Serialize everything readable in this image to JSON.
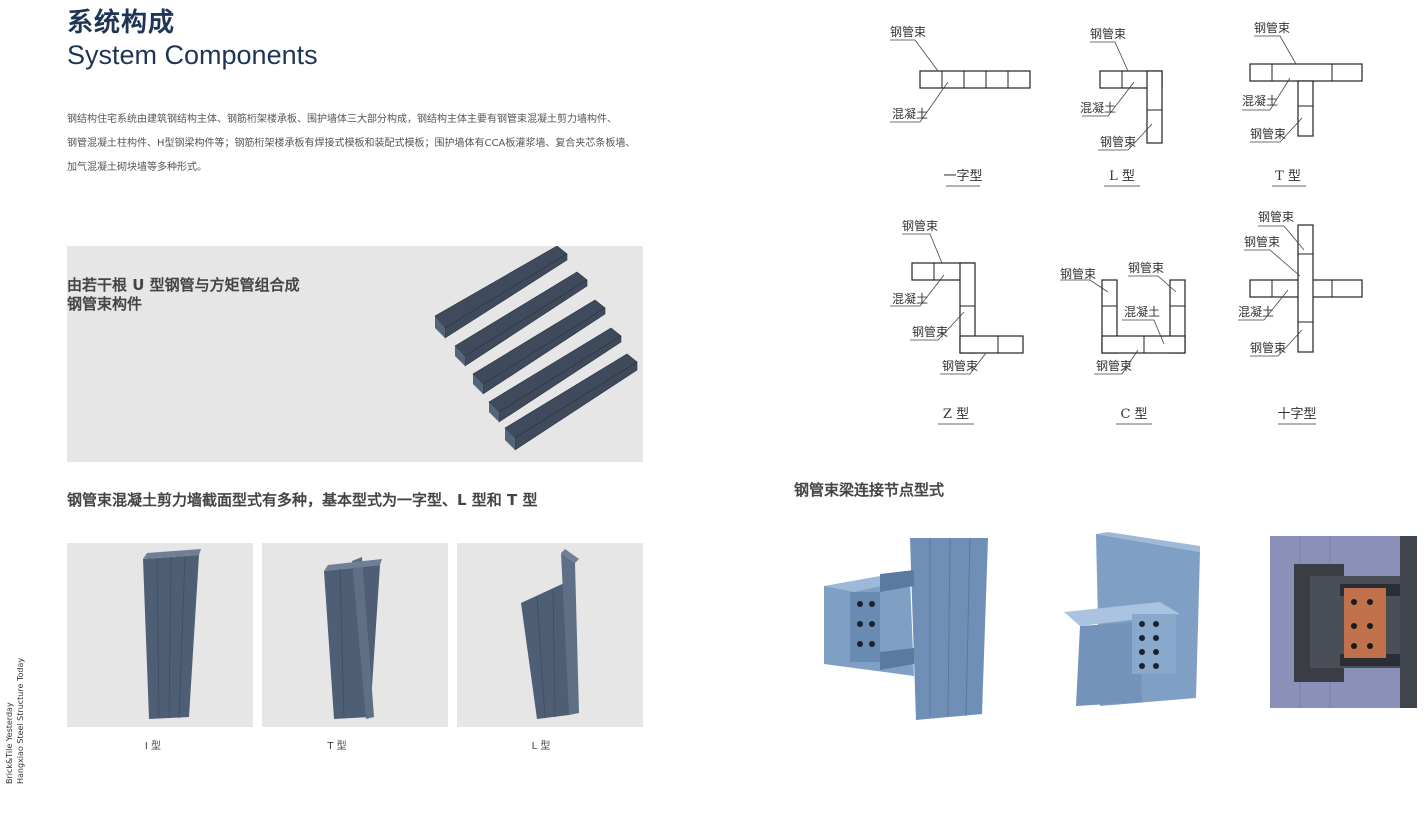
{
  "header": {
    "title_cn": "系统构成",
    "title_en": "System Components"
  },
  "intro": {
    "line1": "钢结构住宅系统由建筑钢结构主体、钢筋桁架楼承板、围护墙体三大部分构成，钢结构主体主要有钢管束混凝土剪力墙构件、",
    "line2": "钢管混凝土柱构件、H型钢梁构件等；钢筋桁架楼承板有焊接式模板和装配式模板；围护墙体有CCA板灌浆墙、复合夹芯条板墙、",
    "line3": "加气混凝土砌块墙等多种形式。"
  },
  "hero": {
    "line1": "由若干根 U 型钢管与方矩管组合成",
    "line2": "钢管束构件"
  },
  "wall_types": {
    "heading": "钢管束混凝土剪力墙截面型式有多种，基本型式为一字型、L 型和 T 型",
    "items": [
      "I 型",
      "T 型",
      "L 型"
    ]
  },
  "diagrams": {
    "label_steel": "钢管束",
    "label_concrete": "混凝土",
    "captions": [
      "一字型",
      "L 型",
      "T 型",
      "Z 型",
      "C 型",
      "十字型"
    ]
  },
  "nodes": {
    "heading": "钢管束梁连接节点型式"
  },
  "sidebar": {
    "line1": "Brick&Tile Yesterday",
    "line2": "Hangxiao Steel Structure Today"
  },
  "colors": {
    "title": "#1f3556",
    "steel": "#5a6a80",
    "node_blue": "#7f9fc4"
  }
}
